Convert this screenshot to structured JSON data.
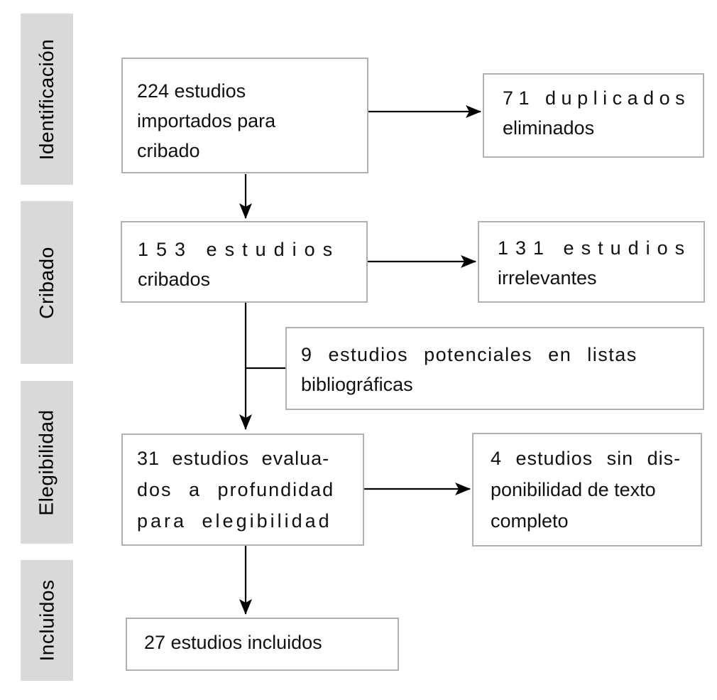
{
  "diagram": {
    "type": "prisma-flow",
    "language": "es"
  },
  "sidebar": {
    "labels": [
      {
        "text": "Identificación"
      },
      {
        "text": "Cribado"
      },
      {
        "text": "Elegibilidad"
      },
      {
        "text": "Incluidos"
      }
    ]
  },
  "boxes": {
    "imported": {
      "count": 224,
      "lines": [
        "224 estudios",
        "importados para",
        "cribado"
      ]
    },
    "duplicates": {
      "count": 71,
      "lines": [
        "71 duplicados",
        "eliminados"
      ]
    },
    "screened": {
      "count": 153,
      "lines": [
        "153 estudios",
        "cribados"
      ]
    },
    "irrelevant": {
      "count": 131,
      "lines": [
        "131 estudios",
        "irrelevantes"
      ]
    },
    "potential": {
      "count": 9,
      "lines": [
        "9 estudios potenciales en listas",
        "bibliográficas"
      ]
    },
    "assessed": {
      "count": 31,
      "lines": [
        "31 estudios evalua-",
        "dos a profundidad",
        "para elegibilidad"
      ]
    },
    "no_fulltext": {
      "count": 4,
      "lines": [
        "4 estudios sin dis-",
        "ponibilidad de texto",
        "completo"
      ]
    },
    "included": {
      "count": 27,
      "lines": [
        "27 estudios incluidos"
      ]
    }
  },
  "colors": {
    "background": "#ffffff",
    "stage_bg": "#d9d9d9",
    "box_border": "#b0b0b0",
    "text": "#111111",
    "arrow": "#000000"
  }
}
